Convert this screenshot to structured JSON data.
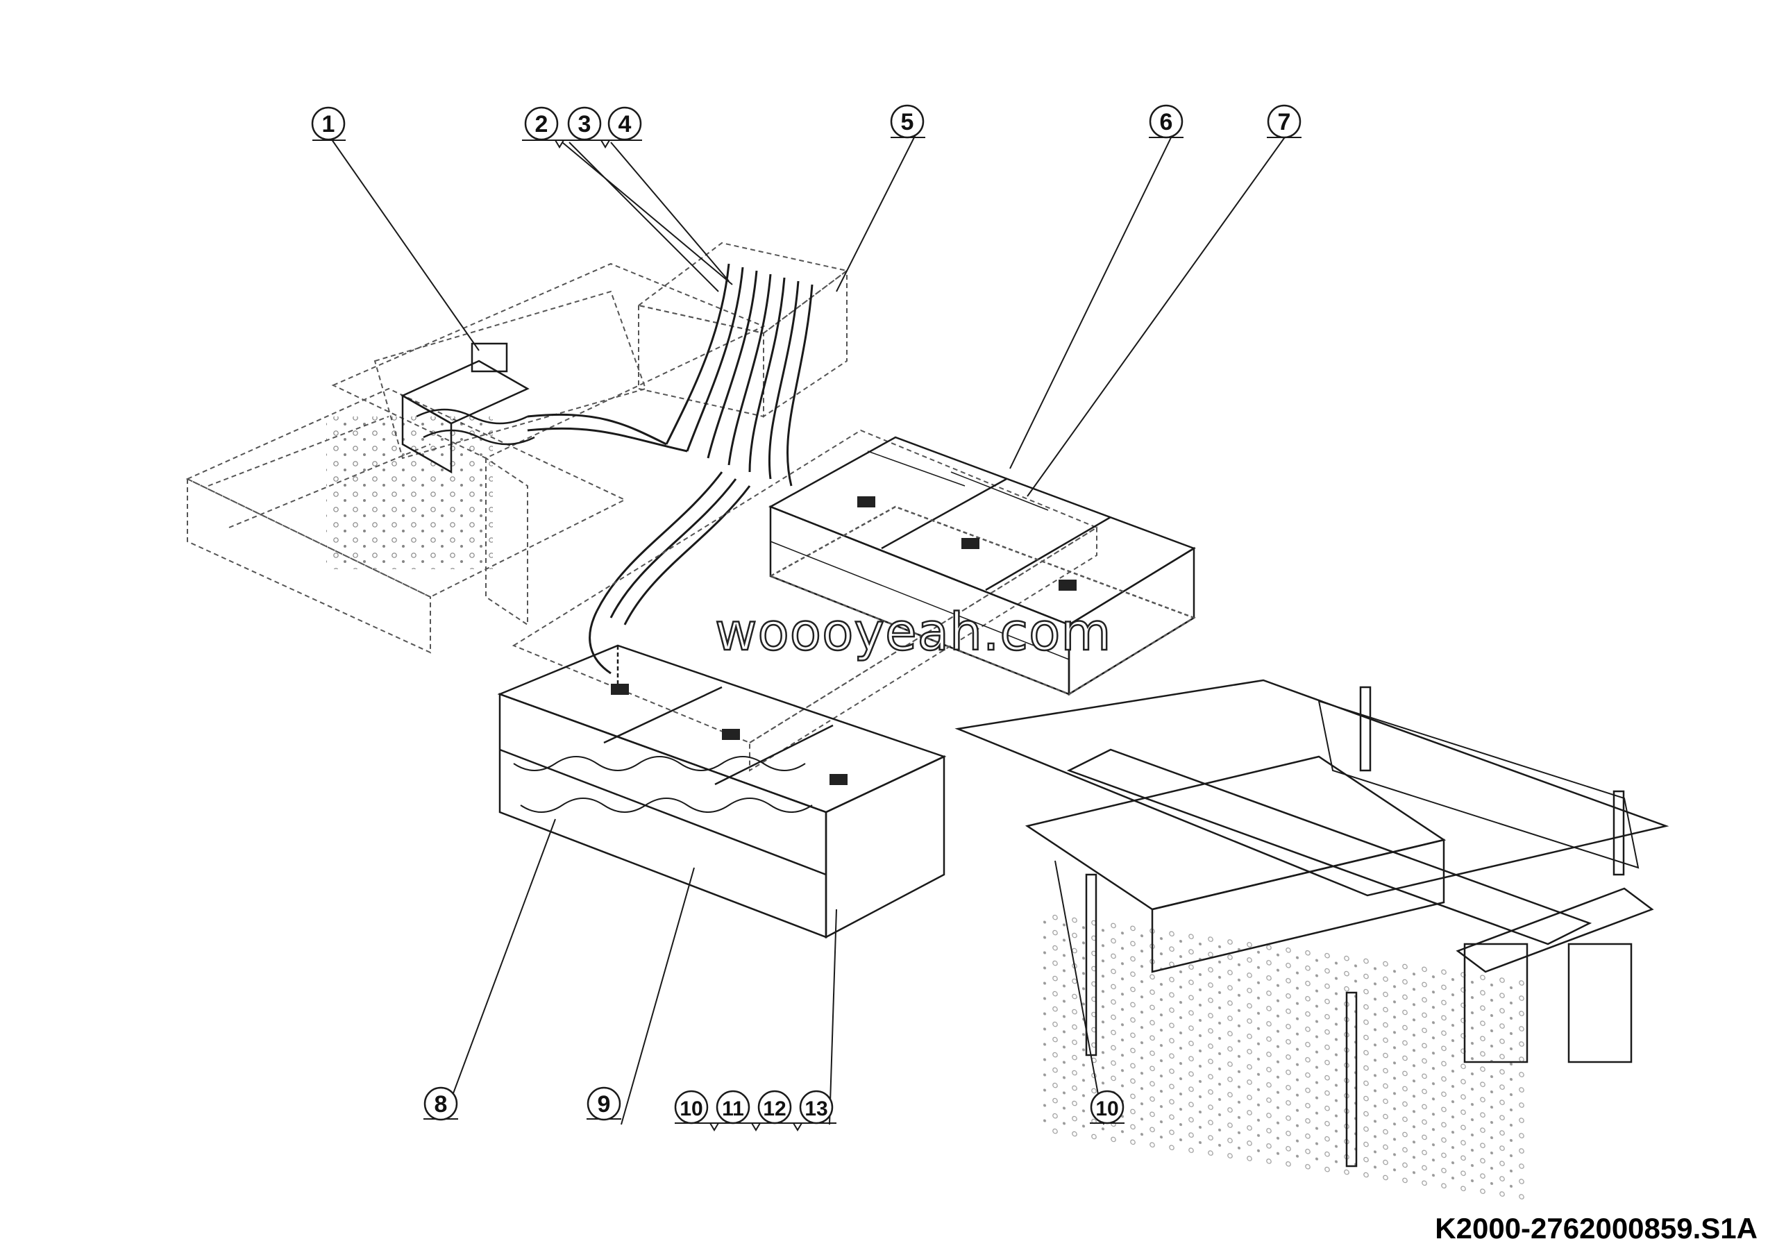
{
  "drawing_number": "K2000-2762000859.S1A",
  "watermark": "woooyeah.com",
  "callouts": {
    "c1": "1",
    "c2": "2",
    "c3": "3",
    "c4": "4",
    "c5": "5",
    "c6": "6",
    "c7": "7",
    "c8": "8",
    "c9": "9",
    "c10a": "10",
    "c11": "11",
    "c12": "12",
    "c13": "13",
    "c10b": "10"
  },
  "colors": {
    "line": "#1a1a1a",
    "dashed": "#555555",
    "background": "#ffffff"
  }
}
